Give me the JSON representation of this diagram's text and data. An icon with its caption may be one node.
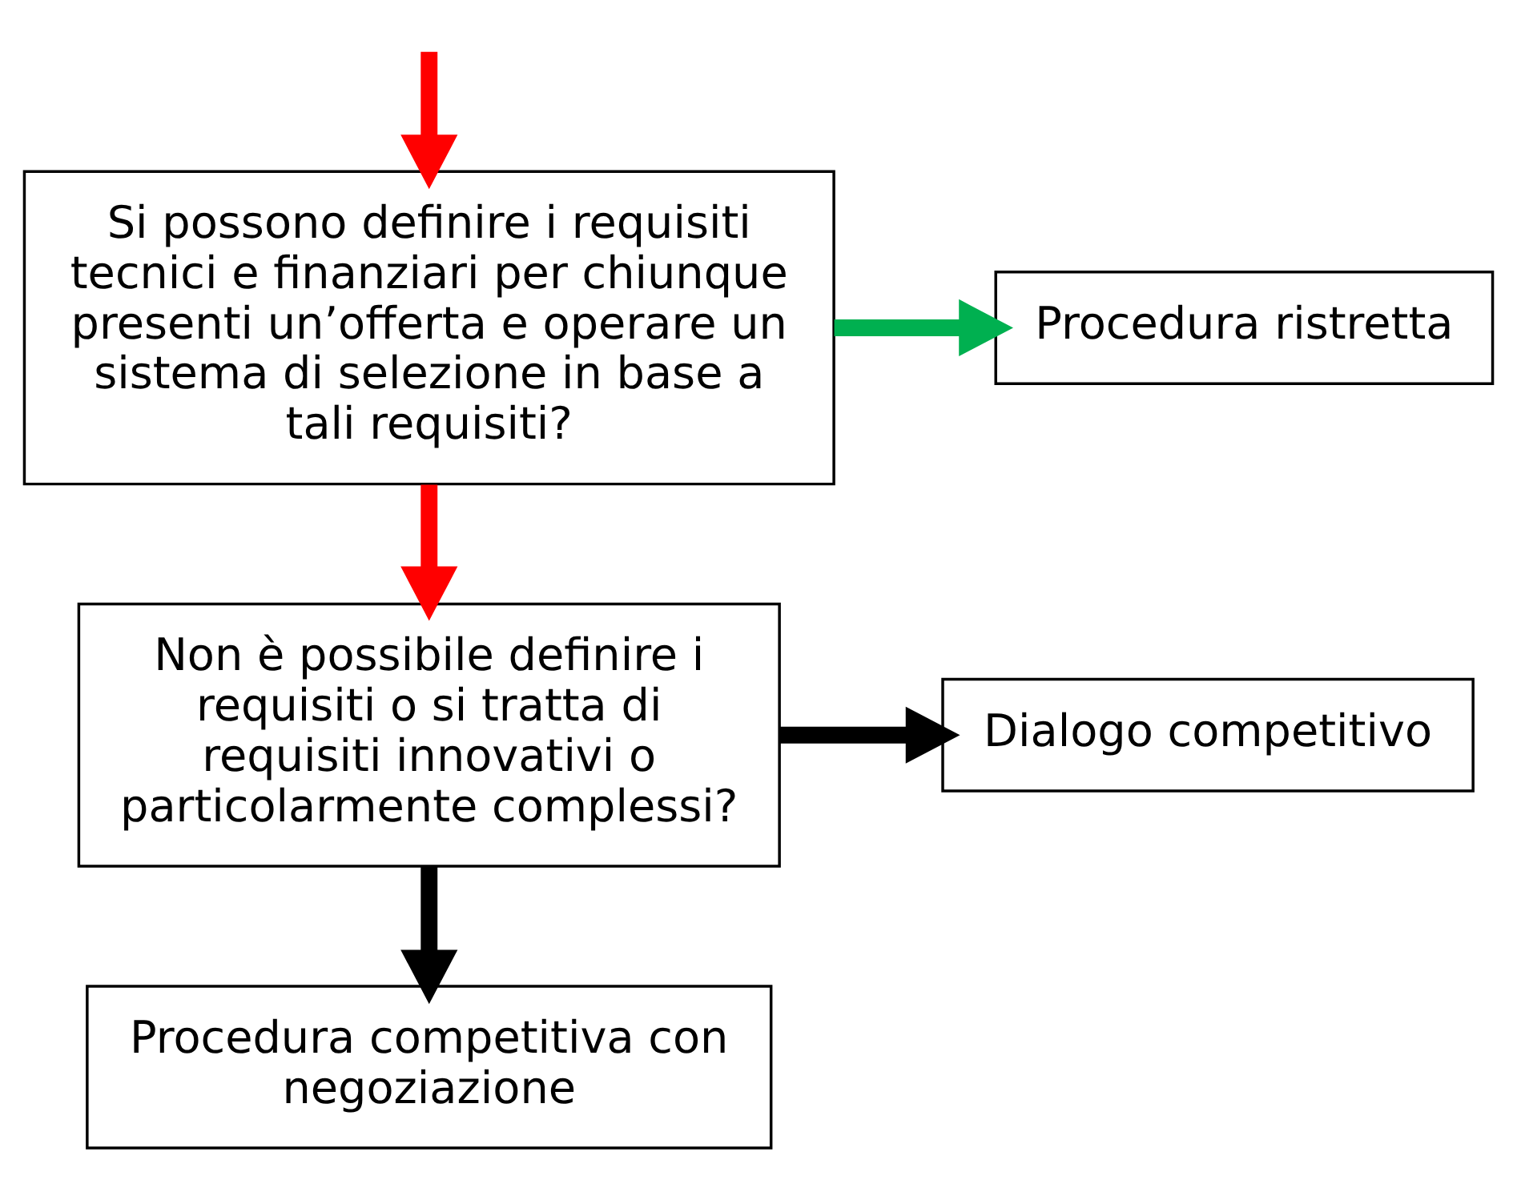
{
  "diagram": {
    "nodes": [
      {
        "text": [
          "Si possono definire i requisiti tecnici e finanziari per chiunque presenti un’offerta e operare un sistema di selezione in base a tali requisiti?"
        ]
      },
      {
        "text": [
          "Procedura ristretta"
        ]
      },
      {
        "text": [
          "Non è possibile definire i requisiti o si tratta di requisiti innovativi o particolarmente complessi?"
        ]
      },
      {
        "text": [
          "Dialogo competitivo"
        ]
      },
      {
        "text": [
          "Procedura competitiva con negoziazione"
        ]
      }
    ],
    "edges": [
      {
        "from": null,
        "to": 0,
        "arrow": "to",
        "color": "#ff0000"
      },
      {
        "from": 0,
        "to": 1,
        "arrow": "to",
        "color": "#00b050"
      },
      {
        "from": 0,
        "to": 2,
        "arrow": "to",
        "color": "#ff0000"
      },
      {
        "from": 2,
        "to": 3,
        "arrow": "to",
        "color": "#000000"
      },
      {
        "from": 2,
        "to": 4,
        "arrow": "to",
        "color": "#000000"
      }
    ]
  }
}
